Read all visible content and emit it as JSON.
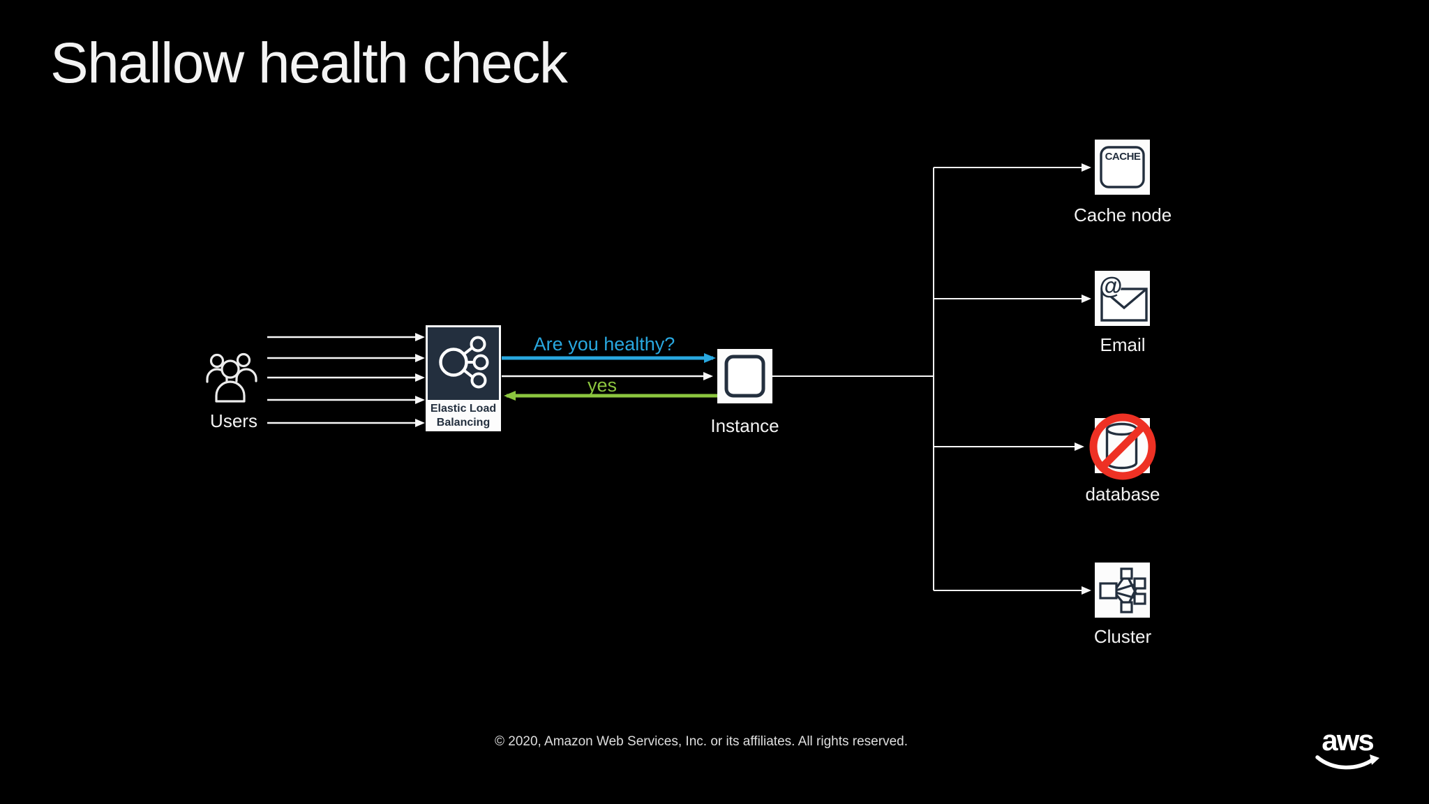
{
  "slide": {
    "title": "Shallow health check",
    "footer": "© 2020, Amazon Web Services, Inc. or its affiliates. All rights reserved.",
    "logo_text": "aws"
  },
  "colors": {
    "background": "#000000",
    "accent_blue": "#29A8E0",
    "accent_green": "#8CC63F",
    "alert_red": "#EE3124",
    "aws_dark": "#232F3E",
    "line_white": "#F8F8F8",
    "text_light": "#F3F3F3"
  },
  "nodes": {
    "users": {
      "label": "Users",
      "icon": "people-group-icon"
    },
    "elb": {
      "label_line1": "Elastic Load",
      "label_line2": "Balancing",
      "icon": "load-balancer-icon"
    },
    "instance": {
      "label": "Instance",
      "icon": "ec2-instance-icon"
    },
    "cache": {
      "label": "Cache node",
      "icon": "cache-node-icon",
      "icon_text": "CACHE"
    },
    "email": {
      "label": "Email",
      "icon": "email-envelope-icon",
      "icon_text": "@"
    },
    "database": {
      "label": "database",
      "icon": "database-prohibited-icon"
    },
    "cluster": {
      "label": "Cluster",
      "icon": "cluster-icon"
    }
  },
  "messages": {
    "request": "Are you healthy?",
    "response": "yes"
  }
}
